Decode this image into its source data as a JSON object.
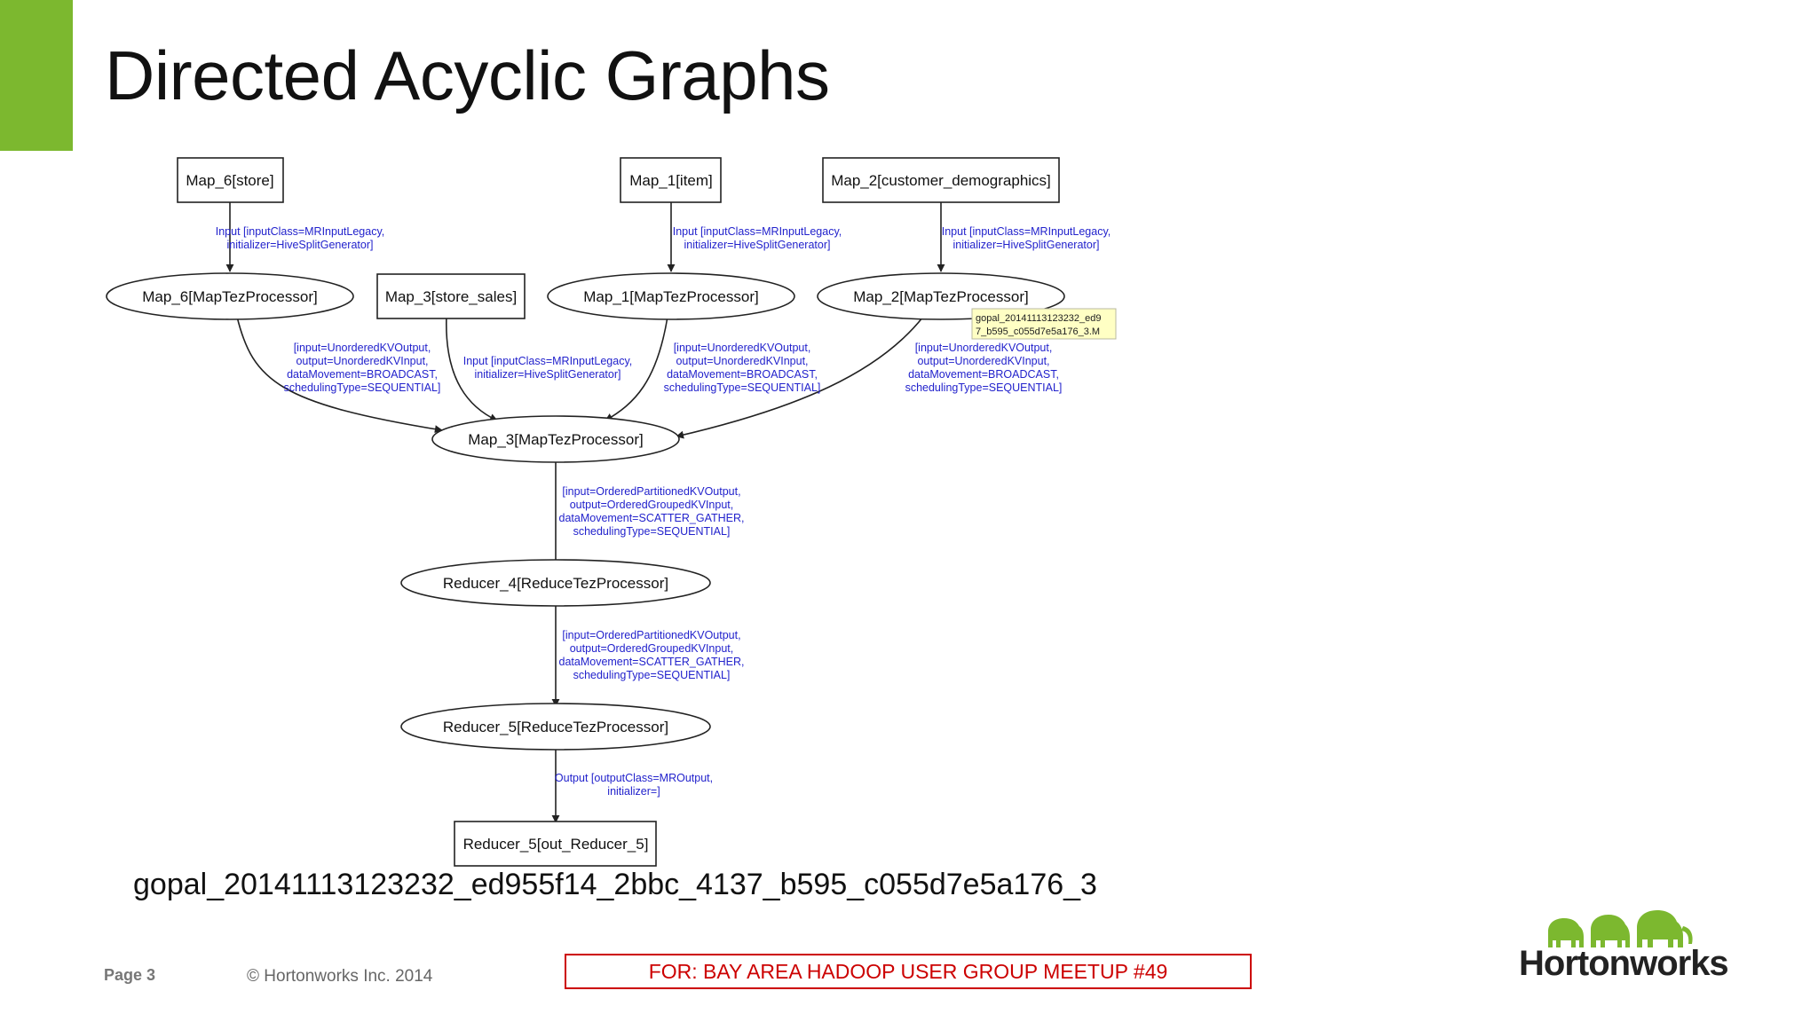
{
  "slide": {
    "title": "Directed Acyclic Graphs",
    "accent_color": "#7cb82f",
    "page": "Page 3",
    "copyright": "© Hortonworks Inc. 2014",
    "banner": "FOR: BAY AREA HADOOP USER GROUP MEETUP #49",
    "banner_color": "#cc0000",
    "logo_text": "Hortonworks",
    "logo_icon": "elephant-herd-icon"
  },
  "dag": {
    "caption": "gopal_20141113123232_ed955f14_2bbc_4137_b595_c055d7e5a176_3",
    "tooltip": [
      "gopal_20141113123232_ed9",
      "7_b595_c055d7e5a176_3.M"
    ],
    "nodes": {
      "map6_store": "Map_6[store]",
      "map1_item": "Map_1[item]",
      "map2_cd": "Map_2[customer_demographics]",
      "map6_proc": "Map_6[MapTezProcessor]",
      "map3_ss": "Map_3[store_sales]",
      "map1_proc": "Map_1[MapTezProcessor]",
      "map2_proc": "Map_2[MapTezProcessor]",
      "map3_proc": "Map_3[MapTezProcessor]",
      "red4": "Reducer_4[ReduceTezProcessor]",
      "red5": "Reducer_5[ReduceTezProcessor]",
      "red5_out": "Reducer_5[out_Reducer_5]"
    },
    "edges": {
      "input": [
        "Input [inputClass=MRInputLegacy,",
        "initializer=HiveSplitGenerator]"
      ],
      "broadcast": [
        "[input=UnorderedKVOutput,",
        "output=UnorderedKVInput,",
        "dataMovement=BROADCAST,",
        "schedulingType=SEQUENTIAL]"
      ],
      "scatter": [
        "[input=OrderedPartitionedKVOutput,",
        "output=OrderedGroupedKVInput,",
        "dataMovement=SCATTER_GATHER,",
        "schedulingType=SEQUENTIAL]"
      ],
      "output": [
        "Output [outputClass=MROutput,",
        "initializer=]"
      ]
    }
  }
}
